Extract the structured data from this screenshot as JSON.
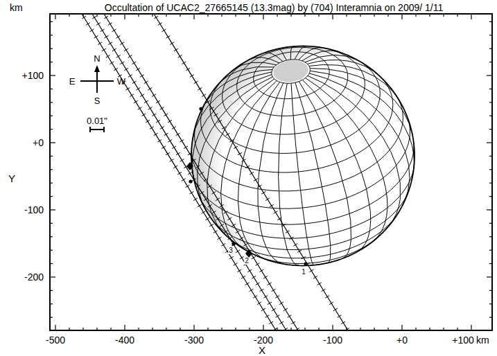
{
  "diagram": {
    "title": "Occultation of UCAC2_27665145 (13.3mag) by (704) Interamnia on 2009/ 1/11",
    "labels": [
      "km",
      "Y",
      "+100",
      "+0",
      "-100",
      "-200",
      "-500",
      "-400",
      "-300",
      "-200",
      "-100",
      "+0",
      "+100",
      "km",
      "X",
      "N",
      "E",
      "W",
      "S",
      "0.01\"",
      "3",
      "2",
      "1"
    ]
  }
}
